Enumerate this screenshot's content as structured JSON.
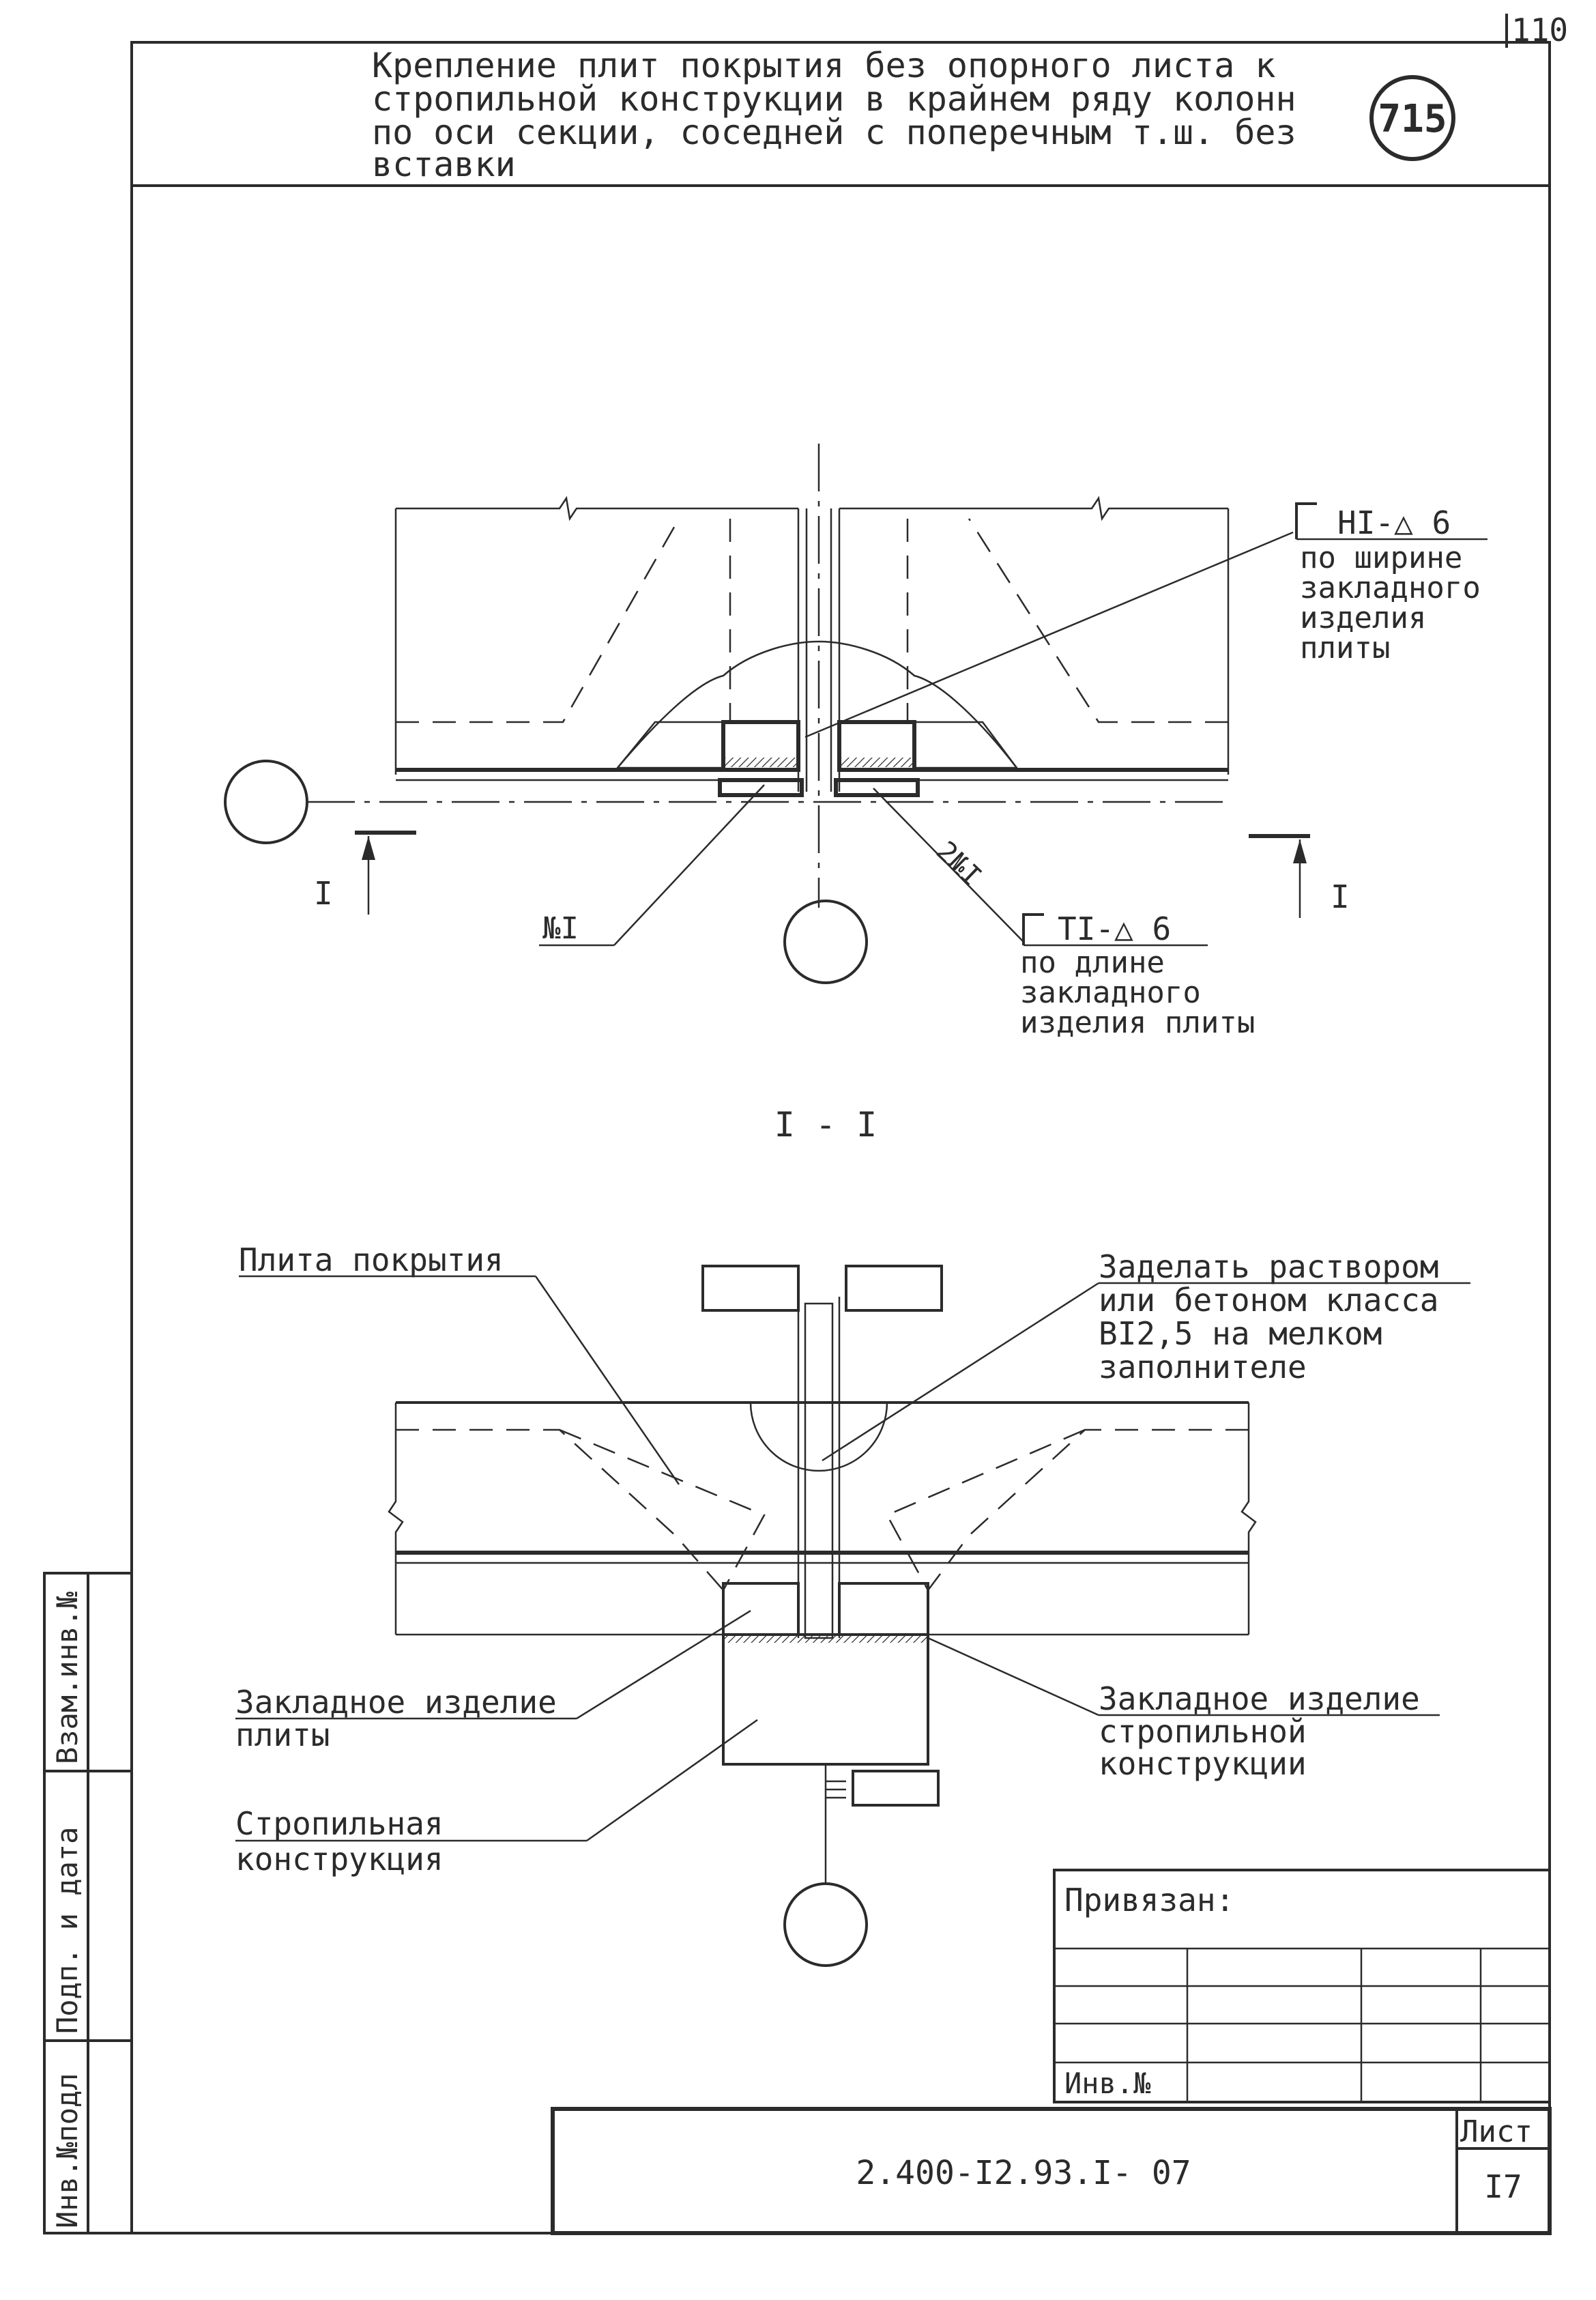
{
  "corner_number": "110",
  "title": {
    "line1": "Крепление плит покрытия без опорного листа к",
    "line2": "стропильной конструкции в крайнем ряду колонн",
    "line3": "по оси секции, соседней с поперечным т.ш. без",
    "line4": "вставки"
  },
  "badge": "715",
  "plan": {
    "weld_top": "HI-△ 6",
    "weld_top_note1": "по ширине",
    "weld_top_note2": "закладного",
    "weld_top_note3": "изделия",
    "weld_top_note4": "плиты",
    "part_label": "№I",
    "part_label_2": "2№I",
    "weld_bottom": "TI-△ 6",
    "weld_bottom_note1": "по длине",
    "weld_bottom_note2": "закладного",
    "weld_bottom_note3": "изделия плиты",
    "section_mark_left": "I",
    "section_mark_right": "I"
  },
  "section": {
    "title": "I - I",
    "label_slab": "Плита покрытия",
    "label_fill1": "Заделать раствором",
    "label_fill2": "или бетоном класса",
    "label_fill3": "BI2,5 на мелком",
    "label_fill4": "заполнителе",
    "label_embed_slab1": "Закладное изделие",
    "label_embed_slab2": "плиты",
    "label_embed_truss1": "Закладное изделие",
    "label_embed_truss2": "стропильной",
    "label_embed_truss3": "конструкции",
    "label_truss1": "Стропильная",
    "label_truss2": "конструкция"
  },
  "side_stamp": {
    "col1": "Инв.№подл",
    "col2": "Подп. и дата",
    "col3": "Взам.инв.№"
  },
  "bind_block": {
    "title": "Привязан:",
    "inv": "Инв.№"
  },
  "title_block": {
    "code": "2.400-I2.93.I- 07",
    "sheet_label": "Лист",
    "sheet_number": "I7"
  }
}
